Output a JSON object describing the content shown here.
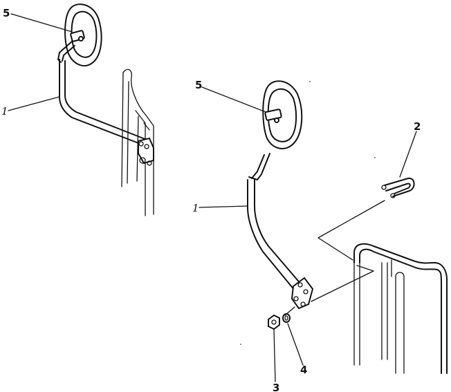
{
  "callouts": {
    "left_mirror": "5",
    "left_stay": "1",
    "right_mirror": "5",
    "right_stay": "1",
    "u_bolt": "2",
    "nut": "3",
    "washer": "4"
  }
}
